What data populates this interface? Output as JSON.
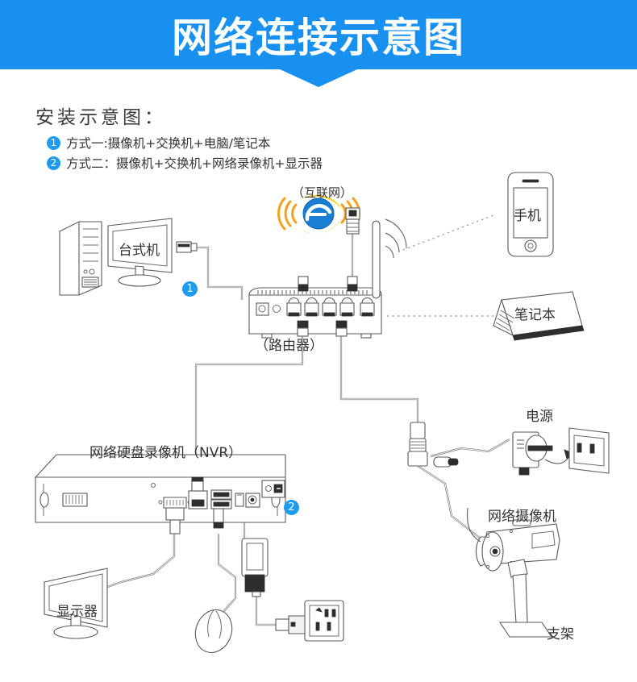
{
  "header": {
    "title": "网络连接示意图",
    "accent_color": "#1890f0"
  },
  "section": {
    "title": "安装示意图：",
    "badge_color": "#1e9bef",
    "items": [
      {
        "number": "1",
        "text": "方式一:摄像机+交换机+电脑/笔记本"
      },
      {
        "number": "2",
        "text": "方式二：摄像机+交换机+网络录像机+显示器"
      }
    ]
  },
  "diagram": {
    "labels": {
      "internet": "（互联网）",
      "desktop": "台式机",
      "router": "（路由器）",
      "phone": "手机",
      "laptop": "笔记本",
      "nvr": "网络硬盘录像机（NVR）",
      "power_supply": "电源",
      "ip_camera": "网络摄像机",
      "bracket": "支架",
      "monitor": "显示器"
    },
    "step_badges": [
      {
        "number": "1"
      },
      {
        "number": "2"
      }
    ],
    "icons": [
      "internet-explorer-icon",
      "wifi-waves-icon",
      "rj45-plug-icon",
      "desktop-tower-icon",
      "desktop-monitor-icon",
      "router-icon",
      "router-antenna-icon",
      "smartphone-icon",
      "laptop-icon",
      "nvr-icon",
      "vga-port-icon",
      "ethernet-port-icon",
      "usb-port-icon",
      "power-switch-icon",
      "power-adapter-icon",
      "wall-socket-icon",
      "ip-camera-icon",
      "camera-bracket-icon",
      "monitor-icon",
      "mouse-icon"
    ]
  }
}
